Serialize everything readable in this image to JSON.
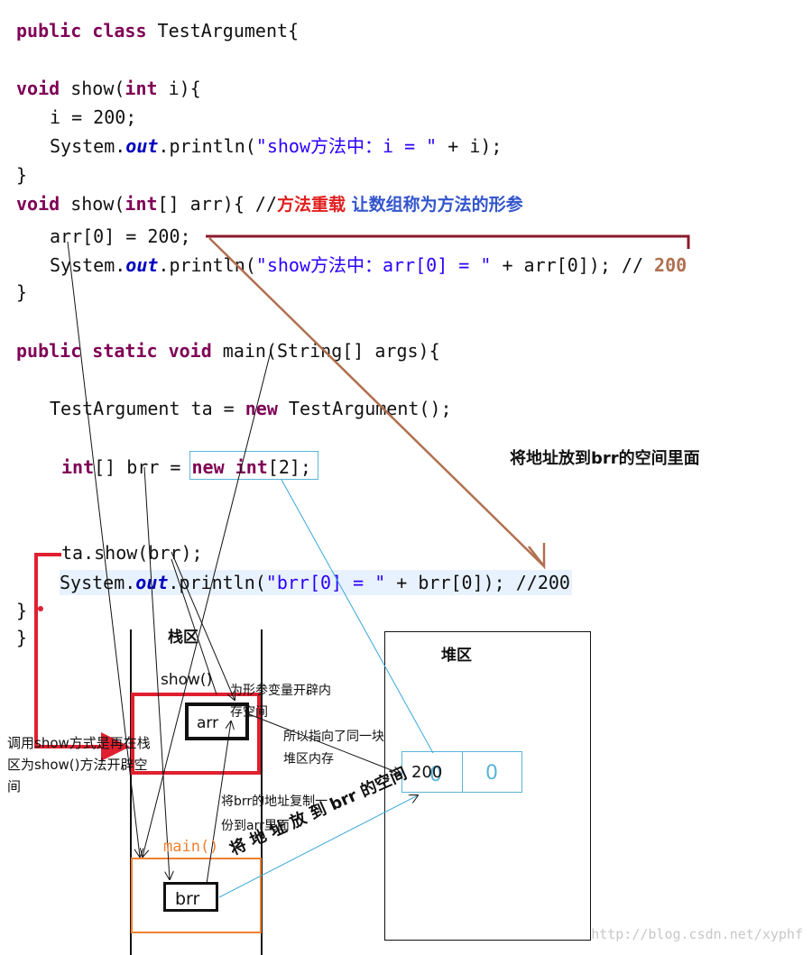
{
  "code": {
    "l1": {
      "kw": "public class",
      "rest": " TestArgument{"
    },
    "l2": {
      "kw1": "void",
      "t1": " show(",
      "kw2": "int",
      "t2": " i){"
    },
    "l3": "i = 200;",
    "l4": {
      "t1": "System.",
      "st": "out",
      "t2": ".println(",
      "s": "\"show方法中：i = \"",
      "t3": " + i);"
    },
    "l5": "}",
    "l6": {
      "kw1": "void",
      "t1": " show(",
      "kw2": "int",
      "t2": "[] arr){ //",
      "red": "方法重载",
      "blue": " 让数组称为方法的形参"
    },
    "l7": "arr[0] = 200;",
    "l8": {
      "t1": "System.",
      "st": "out",
      "t2": ".println(",
      "s": "\"show方法中：arr[0] = \"",
      "t3": " + arr[0]); // ",
      "num": "200"
    },
    "l9": "}",
    "l10": {
      "kw": "public static void",
      "rest": " main(String[] args){"
    },
    "l11": {
      "t1": "TestArgument ta = ",
      "kw": "new",
      "t2": " TestArgument();"
    },
    "l12": {
      "kw1": "int",
      "t1": "[] brr = ",
      "kw2": "new",
      "t2": " ",
      "kw3": "int",
      "t3": "[2];"
    },
    "l13": "ta.show(brr);",
    "l14": {
      "t1": "System.",
      "st": "out",
      "t2": ".println(",
      "s": "\"brr[0] = \"",
      "t3": " + brr[0]); //200"
    },
    "l15": "}",
    "l16": "}"
  },
  "notes": {
    "addr_to_brr": "将地址放到brr的空间里面",
    "stack_title": "栈区",
    "heap_title": "堆区",
    "show_frame": "show()",
    "main_frame": "main()",
    "arr_label": "arr",
    "brr_label": "brr",
    "alloc_param": "为形参变量开辟内\n存空间",
    "same_block": "所以指向了同一块\n堆区内存",
    "call_show": "调用show方式是再在栈\n区为show()方法开辟空\n间",
    "copy_addr": "将brr的地址复制一\n份到arr里面",
    "put_addr": "将 地 址 放 到 brr 的空间",
    "cell0": "200",
    "cell0_old": "0",
    "cell1": "0"
  },
  "watermark": "http://blog.csdn.net/xyphf",
  "colors": {
    "keyword": "#7f0055",
    "string": "#2a00ff",
    "static": "#0000c0",
    "red_box": "#e02030",
    "orange_box": "#f08030",
    "heap_cell": "#5ab4d8",
    "dark_red_line": "#8b1a2a",
    "brown_arrow": "#b07050"
  }
}
